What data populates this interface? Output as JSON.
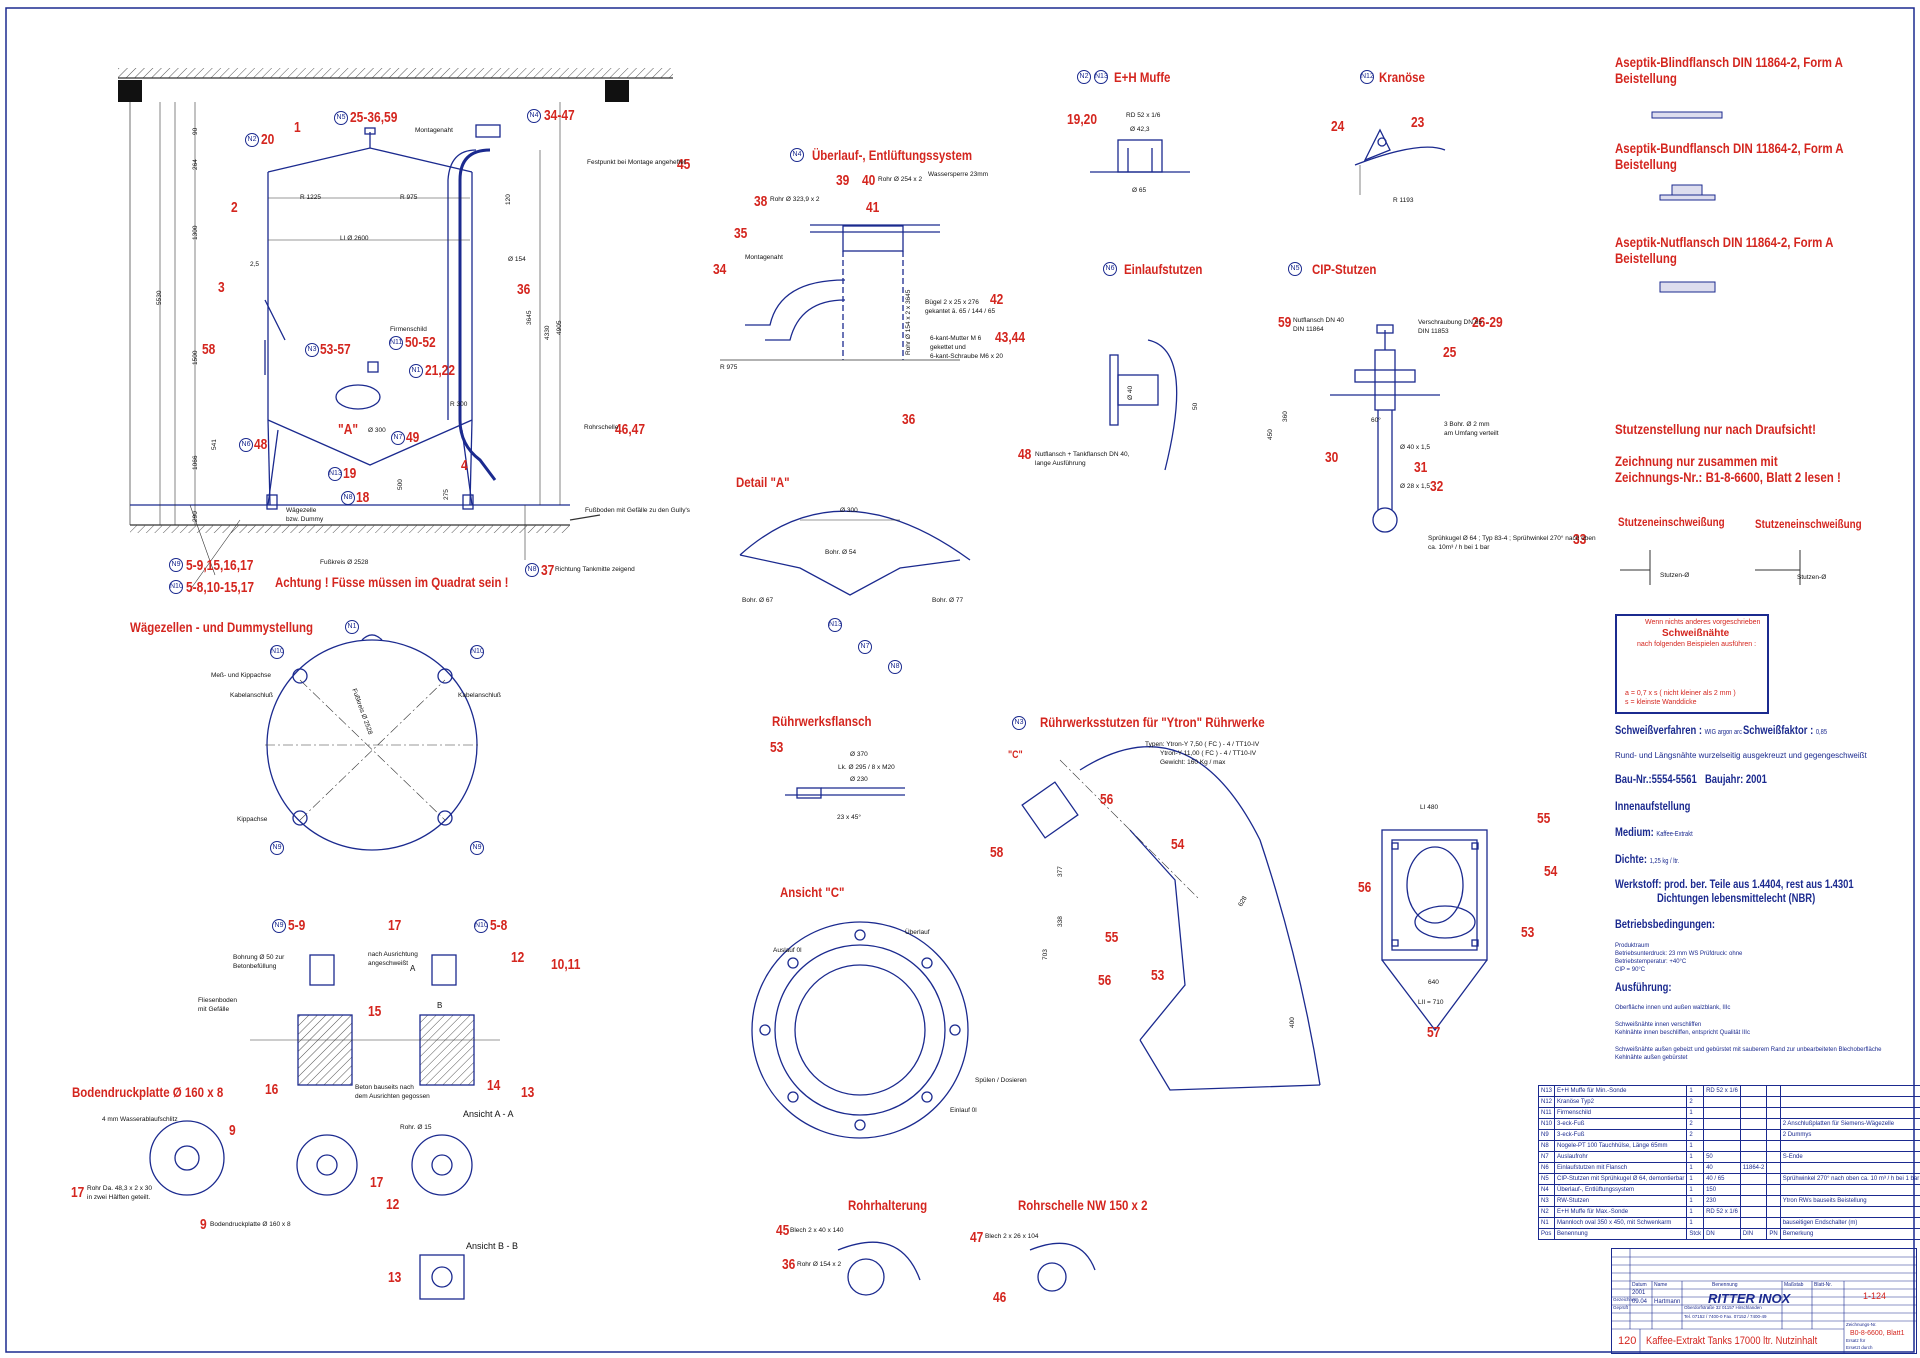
{
  "sheet": {
    "frame_color": "#1b2a8f",
    "label_color": "#d4261f"
  },
  "headings": {
    "mufe": "E+H Muffe",
    "kranose": "Kranöse",
    "ueberlauf": "Überlauf-, Entlüftungssystem",
    "einlauf": "Einlaufstutzen",
    "cip": "CIP-Stutzen",
    "detail_a": "Detail \"A\"",
    "waegezellen": "Wägezellen - und Dummystellung",
    "ruehrwerksflansch": "Rührwerksflansch",
    "ruehrwerksstutzen": "Rührwerksstutzen für \"Ytron\" Rührwerke",
    "ansicht_c": "Ansicht \"C\"",
    "bodendruckplatte": "Bodendruckplatte Ø 160 x 8",
    "rohrhalterung": "Rohrhalterung",
    "rohrschelle": "Rohrschelle NW 150 x 2",
    "achtung": "Achtung ! Füsse müssen im Quadrat sein !",
    "blindflansch": "Aseptik-Blindflansch DIN 11864-2, Form A",
    "blindflansch_sub": "Beistellung",
    "bundflansch": "Aseptik-Bundflansch DIN 11864-2, Form A",
    "bundflansch_sub": "Beistellung",
    "nutflansch": "Aseptik-Nutflansch DIN 11864-2, Form A",
    "nutflansch_sub": "Beistellung",
    "stutzenstellung": "Stutzenstellung nur nach Draufsicht!",
    "zeichnung1": "Zeichnung nur zusammen mit",
    "zeichnung2": "Zeichnungs-Nr.: B1-8-6600, Blatt 2 lesen !",
    "stutzeneinschweissung1": "Stutzeneinschweißung",
    "stutzeneinschweissung2": "Stutzeneinschweißung",
    "ansicht_aa": "Ansicht A - A",
    "ansicht_bb": "Ansicht B - B"
  },
  "notes": {
    "schweissverfahren_label": "Schweißverfahren :",
    "schweissverfahren_value": "WIG argon arc",
    "schweissfaktor_label": "Schweißfaktor :",
    "schweissfaktor_value": "0,85",
    "rund": "Rund- und Längsnähte wurzelseitig ausgekreuzt und gegengeschweißt",
    "baunr": "Bau-Nr.:5554-5561",
    "baujahr": "Baujahr: 2001",
    "innen": "Innenaufstellung",
    "medium_label": "Medium:",
    "medium_value": "Kaffee-Extrakt",
    "dichte_label": "Dichte:",
    "dichte_value": "1,25 kg / ltr.",
    "werkstoff_label": "Werkstoff:",
    "werkstoff_value": "prod. ber. Teile aus 1.4404, rest aus 1.4301",
    "werkstoff_value2": "Dichtungen lebensmittelecht (NBR)",
    "betrieb_label": "Betriebsbedingungen:",
    "betrieb1": "Produktraum",
    "betrieb2": "Betriebsunterdruck: 23 mm WS     Prüfdruck: ohne",
    "betrieb3": "Betriebstemperatur: +40°C",
    "betrieb4": "CIP = 90°C",
    "ausf_label": "Ausführung:",
    "ausf1": "Oberfläche innen und außen walzblank, IIIc",
    "ausf2": "Schweißnähte innen verschliffen",
    "ausf3": "Kehlnähte innen beschliffen, entspricht Qualität IIIc",
    "ausf4": "Schweißnähte außen gebeizt und gebürstet mit sauberem Rand zur unbearbeiteten Blechoberfläche",
    "ausf5": "Kehlnähte außen gebürstet"
  },
  "weldbox": {
    "line1": "Wenn nichts anderes vorgeschrieben",
    "line2": "Schweißnähte",
    "line3": "nach folgenden Beispielen ausführen :",
    "line4": "a = 0,7 x s  ( nicht kleiner als 2 mm )",
    "line5": "s = kleinste Wanddicke"
  },
  "callouts": [
    {
      "id": "c1",
      "text": "1"
    },
    {
      "id": "c2",
      "text": "2"
    },
    {
      "id": "c3",
      "text": "3"
    },
    {
      "id": "c4",
      "text": "4"
    },
    {
      "id": "c20",
      "text": "20"
    },
    {
      "id": "c2536",
      "text": "25-36,59"
    },
    {
      "id": "c3447",
      "text": "34-47"
    },
    {
      "id": "c45",
      "text": "45"
    },
    {
      "id": "c36",
      "text": "36"
    },
    {
      "id": "c58",
      "text": "58"
    },
    {
      "id": "c5357",
      "text": "53-57"
    },
    {
      "id": "c5052",
      "text": "50-52"
    },
    {
      "id": "c2122",
      "text": "21,22"
    },
    {
      "id": "c4647",
      "text": "46,47"
    },
    {
      "id": "c48",
      "text": "48"
    },
    {
      "id": "cA",
      "text": "\"A\""
    },
    {
      "id": "c49",
      "text": "49"
    },
    {
      "id": "c19",
      "text": "19"
    },
    {
      "id": "c18",
      "text": "18"
    },
    {
      "id": "c37",
      "text": "37"
    },
    {
      "id": "c59a",
      "text": "5-9,15,16,17"
    },
    {
      "id": "c58b",
      "text": "5-8,10-15,17"
    },
    {
      "id": "c1920",
      "text": "19,20"
    },
    {
      "id": "c24",
      "text": "24"
    },
    {
      "id": "c23",
      "text": "23"
    },
    {
      "id": "c38",
      "text": "38"
    },
    {
      "id": "c39",
      "text": "39"
    },
    {
      "id": "c40",
      "text": "40"
    },
    {
      "id": "c41",
      "text": "41"
    },
    {
      "id": "c35",
      "text": "35"
    },
    {
      "id": "c34",
      "text": "34"
    },
    {
      "id": "c42",
      "text": "42"
    },
    {
      "id": "c4344",
      "text": "43,44"
    },
    {
      "id": "c36b",
      "text": "36"
    },
    {
      "id": "c59",
      "text": "59"
    },
    {
      "id": "c2629",
      "text": "26-29"
    },
    {
      "id": "c25",
      "text": "25"
    },
    {
      "id": "c30",
      "text": "30"
    },
    {
      "id": "c31",
      "text": "31"
    },
    {
      "id": "c32",
      "text": "32"
    },
    {
      "id": "c33",
      "text": "33"
    },
    {
      "id": "c48b",
      "text": "48"
    },
    {
      "id": "c53",
      "text": "53"
    },
    {
      "id": "c56",
      "text": "56"
    },
    {
      "id": "c54",
      "text": "54"
    },
    {
      "id": "c58c",
      "text": "58"
    },
    {
      "id": "c55",
      "text": "55"
    },
    {
      "id": "c56b",
      "text": "56"
    },
    {
      "id": "c53b",
      "text": "53"
    },
    {
      "id": "c55b",
      "text": "55"
    },
    {
      "id": "c54b",
      "text": "54"
    },
    {
      "id": "c56c",
      "text": "56"
    },
    {
      "id": "c53c",
      "text": "53"
    },
    {
      "id": "c57",
      "text": "57"
    },
    {
      "id": "c59b",
      "text": "5-9"
    },
    {
      "id": "c17",
      "text": "17"
    },
    {
      "id": "c58d",
      "text": "5-8"
    },
    {
      "id": "c12",
      "text": "12"
    },
    {
      "id": "c1011",
      "text": "10,11"
    },
    {
      "id": "c15",
      "text": "15"
    },
    {
      "id": "c16",
      "text": "16"
    },
    {
      "id": "c14",
      "text": "14"
    },
    {
      "id": "c13",
      "text": "13"
    },
    {
      "id": "c9",
      "text": "9"
    },
    {
      "id": "c17b",
      "text": "17"
    },
    {
      "id": "c9b",
      "text": "9"
    },
    {
      "id": "c17c",
      "text": "17"
    },
    {
      "id": "c12b",
      "text": "12"
    },
    {
      "id": "c13b",
      "text": "13"
    },
    {
      "id": "c45b",
      "text": "45"
    },
    {
      "id": "c36c",
      "text": "36"
    },
    {
      "id": "c47",
      "text": "47"
    },
    {
      "id": "c46",
      "text": "46"
    }
  ],
  "small_labels": {
    "montagenaht": "Montagenaht",
    "festpunkt": "Festpunkt bei Montage angeheftet",
    "firmenschild": "Firmenschild",
    "rohrschelle": "Rohrschelle",
    "waegezelle": "Wägezelle",
    "waegezelle2": "bzw. Dummy",
    "fussboden": "Fußboden mit Gefälle zu den Gully's",
    "fusskreis": "Fußkreis  Ø 2528",
    "richtung": "Richtung Tankmitte zeigend",
    "rohr_3239": "Rohr Ø 323,9 x 2",
    "rohr_254": "Rohr Ø 254 x 2",
    "wassersperre": "Wassersperre 23mm",
    "montagenaht2": "Montagenaht",
    "buegel": "Bügel 2 x 25 x 276",
    "buegel2": "gekantet ā. 65 / 144 / 65",
    "mutter": "6-kant-Mutter M 6",
    "mutter2": "gekettet und",
    "mutter3": "6-kant-Schraube M6 x 20",
    "r975": "R 975",
    "rohr_154": "Rohr Ø 154 x 2 x 3645",
    "nutflansch": "Nutflansch + Tankflansch DN 40,",
    "nutflansch2": "lange Ausführung",
    "nutflansch3": "Nutflansch DN 40",
    "din": "DIN 11864",
    "verschraubung": "Verschraubung DN 65",
    "din2": "DIN 11853",
    "bohr2": "3 Bohr. Ø 2 mm",
    "bohr2b": "am Umfang verteilt",
    "spruehkugel": "Sprühkugel Ø 64 ; Typ 83-4 ; Sprühwinkel 270° nach oben",
    "spruehkugel2": "ca. 10m³ / h bei 1 bar",
    "messkipp": "Meß- und Kippachse",
    "kabel1": "Kabelanschluß",
    "kabel2": "Kabelanschluß",
    "kippachse": "Kippachse",
    "fusskreis2": "Fußkreis Ø 2528",
    "bohr54": "Bohr. Ø 54",
    "bohr67": "Bohr. Ø 67",
    "bohr77": "Bohr. Ø 77",
    "d300": "Ø 300",
    "d370": "Ø 370",
    "lk": "Lk. Ø 295 / 8 x M20",
    "d230": "Ø 230",
    "deg": "23 x 45°",
    "typen1": "Typen: Ytron-Y 7,50 ( FC ) - 4 / TT10-IV",
    "typen2": "Ytron-Y 11,00 ( FC ) - 4 / TT10-IV",
    "typen3": "Gewicht: 160 Kg / max",
    "auslauf": "Auslauf 0l",
    "ueberlauf": "Überlauf",
    "spuelen": "Spülen / Dosieren",
    "einlauf": "Einlauf 0l",
    "c": "\"C\"",
    "bohrung": "Bohrung Ø 50 zur",
    "bohrung2": "Betonbefüllung",
    "ausricht": "nach Ausrichtung",
    "ausricht2": "angeschweißt",
    "fliesen": "Fliesenboden",
    "fliesen2": "mit Gefälle",
    "beton": "Beton bauseits nach",
    "beton2": "dem Ausrichten gegossen",
    "wasser": "4 mm Wasserablaufschlitz",
    "rohr_dn": "Rohr Da. 48,3 x 2 x 30",
    "rohr_dn2": "in zwei Hälften geteilt.",
    "bodendruck": "Bodendruckplatte Ø 160 x 8",
    "rohr15": "Rohr. Ø 15",
    "blech40": "Blech 2 x 40 x 140",
    "rohr154": "Rohr Ø 154 x 2",
    "blech26": "Blech 2 x 26 x 104",
    "li480": "LI 480",
    "li710": "LII = 710",
    "d640": "640",
    "stutzen": "Stutzen-Ø",
    "a": "A",
    "b": "B"
  },
  "dimensions": {
    "r1225": "R  1225",
    "r975": "R  975",
    "li2600": "LI Ø  2600",
    "d154": "Ø  154",
    "v5530": "5530",
    "v4905": "4905",
    "v3645": "3645",
    "v4330": "4330",
    "h90": "90",
    "h264": "264",
    "h1300": "1300",
    "h1500": "1500",
    "h1066": "1066",
    "h290": "290",
    "h541": "541",
    "d25": "2,5",
    "d300": "Ø 300",
    "r300": "R 300",
    "h120": "120",
    "h275": "275",
    "h500": "500",
    "mf_d": "RD  52  x  1/6",
    "mf_d2": "Ø  42,3",
    "mf_d3": "Ø  65",
    "kr": "R  1193",
    "cip_450": "450",
    "cip_360": "360",
    "cip_60": "60°",
    "cip_d40": "Ø  40  x  1,5",
    "cip_d28": "Ø  28  x  1,5",
    "el_40": "Ø  40",
    "el_50": "50",
    "rs_377": "377",
    "rs_338": "338",
    "rs_703": "703",
    "rs_400": "400",
    "rs_628": "628"
  },
  "bom": {
    "rows": [
      [
        "N13",
        "E+H Muffe für Min.-Sonde",
        "1",
        "RD 52 x 1/6",
        "",
        "",
        ""
      ],
      [
        "N12",
        "Kranöse Typ2",
        "2",
        "",
        "",
        "",
        ""
      ],
      [
        "N11",
        "Firmenschild",
        "1",
        "",
        "",
        "",
        ""
      ],
      [
        "N10",
        "3-eck-Fuß",
        "2",
        "",
        "",
        "",
        "2 Anschlußplatten für Siemens-Wägezelle"
      ],
      [
        "N9",
        "3-eck-Fuß",
        "2",
        "",
        "",
        "",
        "2 Dummys"
      ],
      [
        "N8",
        "Nogele-PT 100 Tauchhülse, Länge 65mm",
        "1",
        "",
        "",
        "",
        ""
      ],
      [
        "N7",
        "Auslaufrohr",
        "1",
        "50",
        "",
        "",
        "S-Ende"
      ],
      [
        "N6",
        "Einlaufstutzen mit Flansch",
        "1",
        "40",
        "11864-2",
        "",
        ""
      ],
      [
        "N5",
        "CIP-Stutzen mit Sprühkugel Ø 64, demontierbar",
        "1",
        "40 / 65",
        "",
        "",
        "Sprühwinkel 270° nach oben ca. 10 m³ / h bei 1 bar"
      ],
      [
        "N4",
        "Überlauf-, Entlüftungssystem",
        "1",
        "150",
        "",
        "",
        ""
      ],
      [
        "N3",
        "RW-Stutzen",
        "1",
        "230",
        "",
        "",
        "Ytron RWs bauseits Beistellung"
      ],
      [
        "N2",
        "E+H Muffe für Max.-Sonde",
        "1",
        "RD 52 x 1/6",
        "",
        "",
        ""
      ],
      [
        "N1",
        "Mannloch oval 350 x 450, mit Schwenkarm",
        "1",
        "",
        "",
        "",
        "bauseitigen Endschalter (m)"
      ],
      [
        "Pos",
        "Benennung",
        "Stck",
        "DN",
        "DIN",
        "PN",
        "Bemerkung"
      ]
    ]
  },
  "titleblock": {
    "year": "2001",
    "month": "09.04",
    "name": "Hartmann",
    "logo": "RITTER INOX",
    "address": "Oberdorfstraße 32     01157 Hirschlanden",
    "phone": "Tel. 07152 / 7400-0     Fax. 07152 / 7400-49",
    "scale": "1-124",
    "drawing_no": "B0-8-6600, Blatt1",
    "num": "120",
    "title": "Kaffee-Extrakt Tanks 17000 ltr. Nutzinhalt",
    "label_zeichnung": "Zeichnungs-Nr.",
    "label_ersatz": "Ersatz für",
    "label_ersatzdurch": "Ersetzt durch",
    "label_gezeichnet": "Gezeichnet",
    "label_geprueft": "Geprüft",
    "label_datum": "Datum",
    "label_name": "Name",
    "label_benennung": "Benennung",
    "label_massstab": "Maßstab",
    "label_blattnr": "Blatt-Nr."
  },
  "nozzles": {
    "n1": "N1",
    "n2": "N2",
    "n3": "N3",
    "n4": "N4",
    "n5": "N5",
    "n6": "N6",
    "n7": "N7",
    "n8": "N8",
    "n9": "N9",
    "n10": "N10",
    "n11": "N11",
    "n12": "N12",
    "n13": "N13"
  }
}
